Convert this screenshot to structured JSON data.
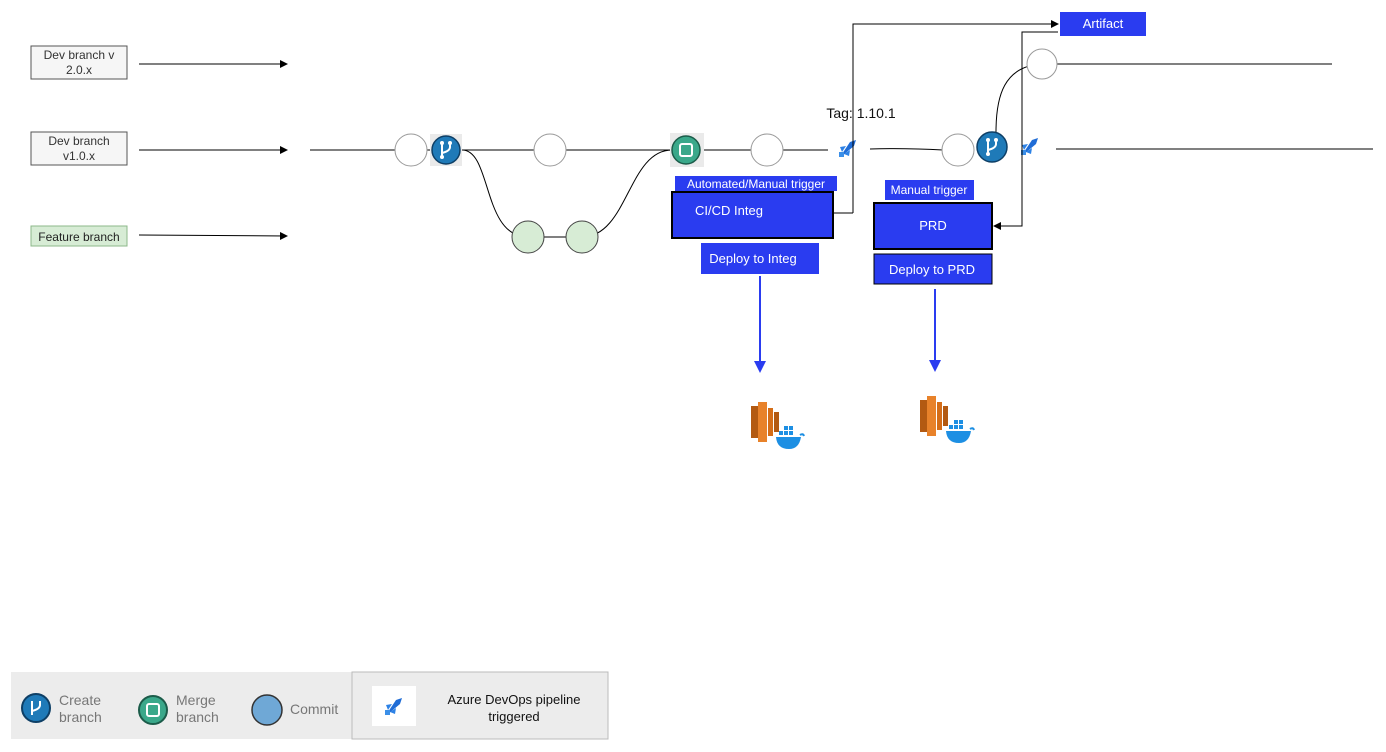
{
  "branches": {
    "dev_v2": [
      "Dev branch v",
      "2.0.x"
    ],
    "dev_v1": [
      "Dev branch",
      "v1.0.x"
    ],
    "feature": "Feature branch"
  },
  "tag": "Tag: 1.10.1",
  "artifact": "Artifact",
  "integ": {
    "trigger": "Automated/Manual  trigger",
    "stage": "CI/CD Integ",
    "deploy": "Deploy to Integ"
  },
  "prd": {
    "trigger": "Manual trigger",
    "stage": "PRD",
    "deploy": "Deploy to PRD"
  },
  "legend": {
    "create_branch": [
      "Create",
      "branch"
    ],
    "merge_branch": [
      "Merge",
      "branch"
    ],
    "commit": "Commit",
    "pipeline": [
      "Azure DevOps pipeline",
      "triggered"
    ]
  },
  "colors": {
    "stage_blue": "#2a3cf0",
    "branch_icon": "#1f7ab8",
    "merge_icon": "#3aa88a",
    "commit_fill": "#ffffff",
    "feature_commit_fill": "#d7ecd5",
    "legend_bg": "#ececec",
    "ec2_orange": "#e8822a",
    "docker_blue": "#1d8fe3"
  },
  "icons": [
    "git-branch-icon",
    "git-merge-icon",
    "azure-pipelines-icon",
    "aws-ec2-icon",
    "docker-icon"
  ]
}
